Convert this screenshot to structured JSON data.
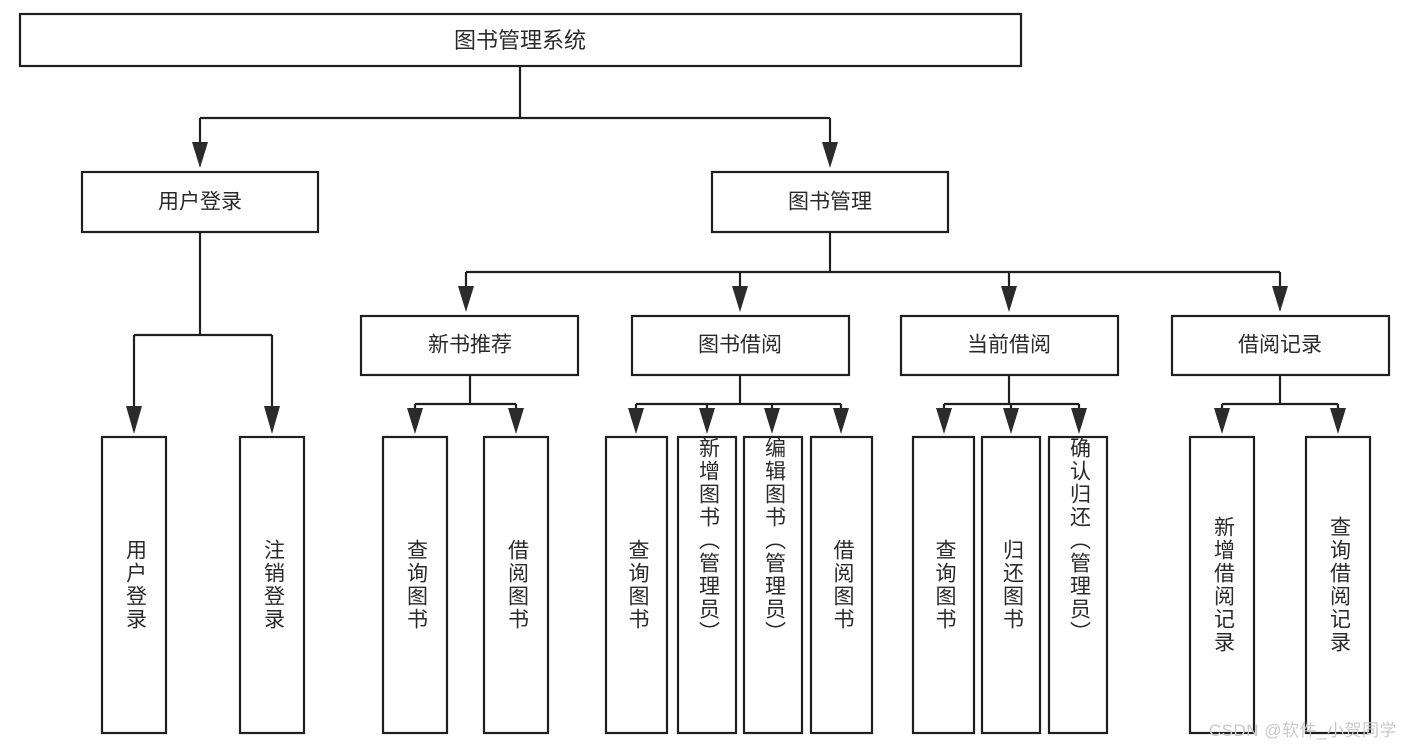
{
  "diagram": {
    "title": "图书管理系统",
    "type": "tree-hierarchy-chart",
    "root": {
      "id": "root",
      "label": "图书管理系统"
    },
    "level1": [
      {
        "id": "user-login",
        "label": "用户登录"
      },
      {
        "id": "book-management",
        "label": "图书管理"
      }
    ],
    "level2": [
      {
        "id": "new-book-recommend",
        "label": "新书推荐",
        "parent": "book-management"
      },
      {
        "id": "book-borrow",
        "label": "图书借阅",
        "parent": "book-management"
      },
      {
        "id": "current-borrow",
        "label": "当前借阅",
        "parent": "book-management"
      },
      {
        "id": "borrow-record",
        "label": "借阅记录",
        "parent": "book-management"
      }
    ],
    "leaves": {
      "user-login": [
        {
          "id": "leaf-user-login",
          "label": "用户登录"
        },
        {
          "id": "leaf-logout-login",
          "label": "注销登录"
        }
      ],
      "new-book-recommend": [
        {
          "id": "leaf-query-book-1",
          "label": "查询图书"
        },
        {
          "id": "leaf-borrow-book-1",
          "label": "借阅图书"
        }
      ],
      "book-borrow": [
        {
          "id": "leaf-query-book-2",
          "label": "查询图书"
        },
        {
          "id": "leaf-add-book",
          "label": "新增图书（管理员）"
        },
        {
          "id": "leaf-edit-book",
          "label": "编辑图书（管理员）"
        },
        {
          "id": "leaf-borrow-book-2",
          "label": "借阅图书"
        }
      ],
      "current-borrow": [
        {
          "id": "leaf-query-book-3",
          "label": "查询图书"
        },
        {
          "id": "leaf-return-book",
          "label": "归还图书"
        },
        {
          "id": "leaf-confirm-return",
          "label": "确认归还（管理员）"
        }
      ],
      "borrow-record": [
        {
          "id": "leaf-add-record",
          "label": "新增借阅记录"
        },
        {
          "id": "leaf-query-record",
          "label": "查询借阅记录"
        }
      ]
    }
  },
  "watermark": {
    "text": "CSDN @软件_小贺同学"
  },
  "colors": {
    "box_stroke": "#1f1f1f",
    "connector": "#1f1f1f",
    "text": "#2a2a2a",
    "background": "#ffffff",
    "watermark": "#c9c9c9"
  }
}
